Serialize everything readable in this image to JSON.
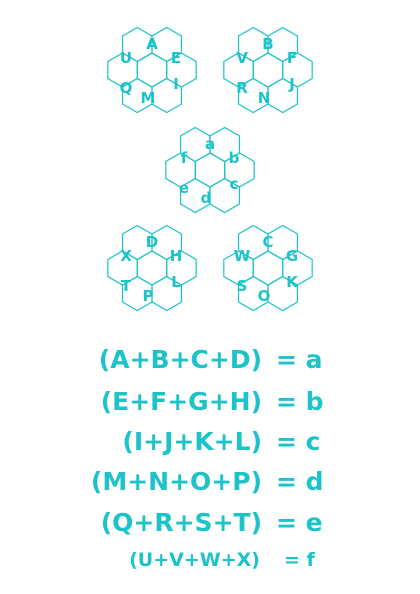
{
  "color": "#1cc3c9",
  "clusters": [
    {
      "letters": [
        "A",
        "E",
        "I",
        "M",
        "Q",
        "U"
      ]
    },
    {
      "letters": [
        "B",
        "F",
        "J",
        "N",
        "R",
        "V"
      ]
    },
    {
      "letters": [
        "a",
        "b",
        "c",
        "d",
        "e",
        "f"
      ]
    },
    {
      "letters": [
        "D",
        "H",
        "L",
        "P",
        "T",
        "X"
      ]
    },
    {
      "letters": [
        "C",
        "G",
        "K",
        "O",
        "S",
        "W"
      ]
    }
  ],
  "equations": [
    {
      "lhs": "(A+B+C+D)",
      "rhs": "= a"
    },
    {
      "lhs": "(E+F+G+H)",
      "rhs": "= b"
    },
    {
      "lhs": "(I+J+K+L)",
      "rhs": "= c"
    },
    {
      "lhs": "(M+N+O+P)",
      "rhs": "= d"
    },
    {
      "lhs": "(Q+R+S+T)",
      "rhs": "= e"
    },
    {
      "lhs": "(U+V+W+X)",
      "rhs": "= f"
    }
  ]
}
